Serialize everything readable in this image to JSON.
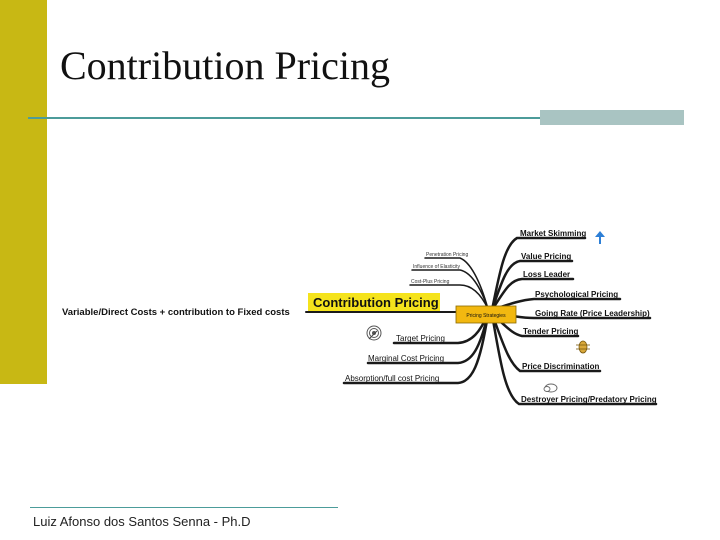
{
  "slide": {
    "title": "Contribution Pricing",
    "footer": "Luiz Afonso dos Santos Senna - Ph.D"
  },
  "colors": {
    "side_bar": "#c8b814",
    "rule": "#4c9c9a",
    "rule_block": "#a9c4c2",
    "highlight": "#f5e31c",
    "center_node": "#f2b810",
    "branch": "#1a1a1a"
  },
  "mindmap": {
    "center_label": "Pricing Strategies",
    "highlight_label": "Contribution Pricing",
    "description": "Variable/Direct Costs + contribution to Fixed costs",
    "small_branches": [
      "Penetration Pricing",
      "Influence of Elasticity",
      "Cost-Plus Pricing"
    ],
    "left_branches": [
      "Target Pricing",
      "Marginal Cost Pricing",
      "Absorption/full cost Pricing"
    ],
    "right_branches": [
      "Market Skimming",
      "Value Pricing",
      "Loss Leader",
      "Psychological Pricing",
      "Going Rate (Price Leadership)",
      "Tender Pricing",
      "Price Discrimination",
      "Destroyer Pricing/Predatory Pricing"
    ],
    "icons": [
      "target-icon",
      "arrow-icon",
      "bug-icon",
      "cloud-icon"
    ]
  }
}
